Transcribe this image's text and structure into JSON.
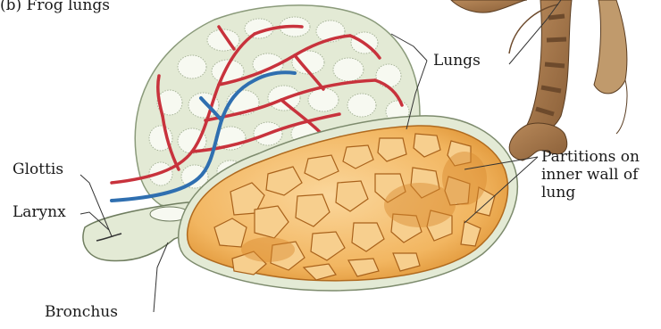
{
  "figure": {
    "panel_title": "(b) Frog lungs"
  },
  "labels": {
    "lungs": "Lungs",
    "glottis": "Glottis",
    "larynx": "Larynx",
    "bronchus": "Bronchus",
    "partitions": "Partitions on\ninner wall of\nlung"
  },
  "colors": {
    "outer_lung": "#e3ead5",
    "outer_lung_edge": "#9aa88b",
    "inner_lung": "#f3c27a",
    "inner_lung_dark": "#e29b3c",
    "artery": "#c8323c",
    "vein": "#2f6fb0",
    "frog_skin": "#a87a4e",
    "frog_stripe": "#6d4a2c"
  }
}
